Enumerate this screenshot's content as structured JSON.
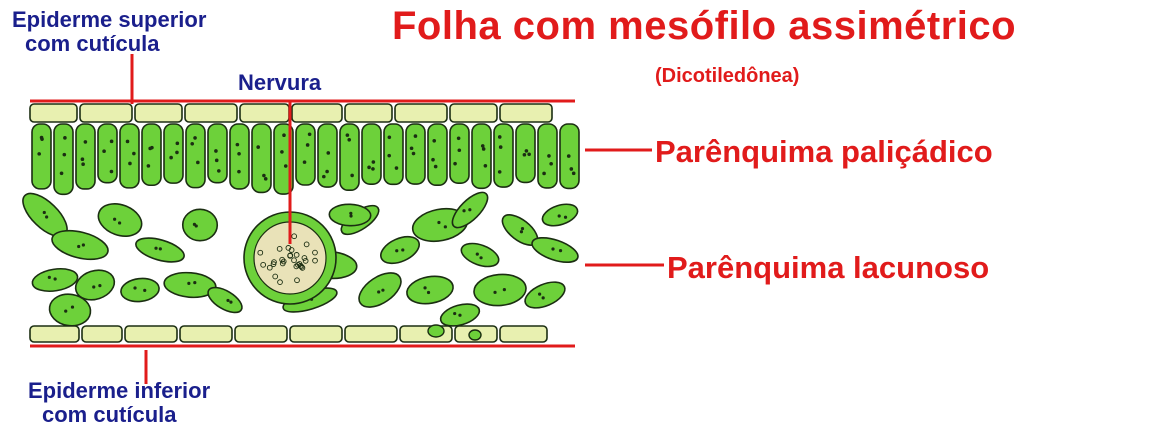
{
  "title": "Folha com mesófilo assimétrico",
  "subtitle": "(Dicotiledônea)",
  "labels": {
    "upper_epidermis": {
      "line1": "Epiderme superior",
      "line2": "com cutícula"
    },
    "vein": "Nervura",
    "palisade": "Parênquima paliçádico",
    "spongy": "Parênquima lacunoso",
    "lower_epidermis": {
      "line1": "Epiderme inferior",
      "line2": "com cutícula"
    }
  },
  "colors": {
    "title": "#e11b1b",
    "label_blue": "#1a1f8c",
    "leader": "#e11b1b",
    "epidermis": "#e8f0b0",
    "chlorenchyma": "#6dd13a",
    "cell_outline": "#1b2e12",
    "vein": "#e9e2b8"
  }
}
